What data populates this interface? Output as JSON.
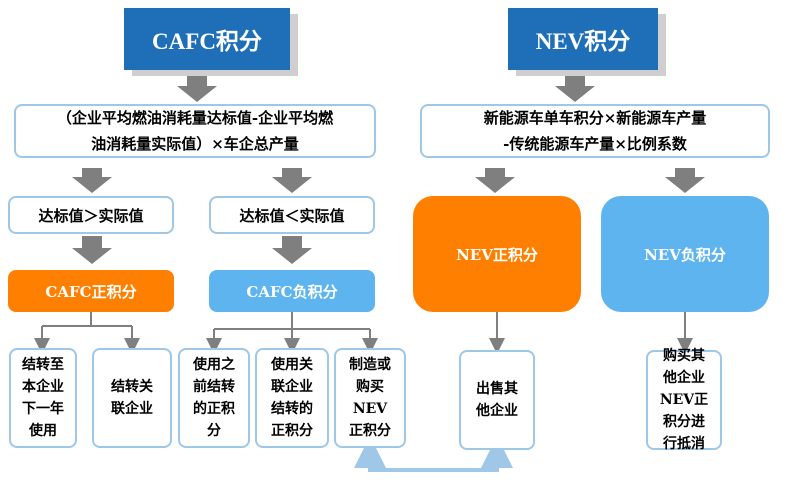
{
  "headers": {
    "cafc": "CAFC积分",
    "nev": "NEV积分"
  },
  "formulas": {
    "cafc": [
      "（企业平均燃油消耗量达标值-企业平均燃",
      "油消耗量实际值）×车企总产量"
    ],
    "nev": [
      "新能源车单车积分×新能源车产量",
      "-传统能源车产量×比例系数"
    ]
  },
  "conditions": {
    "met": "达标值＞实际值",
    "unmet": "达标值＜实际值"
  },
  "credits": {
    "cafc_positive": "CAFC正积分",
    "cafc_negative": "CAFC负积分",
    "nev_positive": "NEV正积分",
    "nev_negative": "NEV负积分"
  },
  "leaves": {
    "carry_forward": [
      "结转至",
      "本企业",
      "下一年",
      "使用"
    ],
    "transfer_affiliate": [
      "结转关",
      "联企业"
    ],
    "use_prior": [
      "使用之",
      "前结转",
      "的正积",
      "分"
    ],
    "use_affiliate": [
      "使用关",
      "联企业",
      "结转的",
      "正积分"
    ],
    "make_or_buy": [
      "制造或",
      "购买",
      "NEV",
      "正积分"
    ],
    "sell": [
      "出售其",
      "他企业"
    ],
    "buy_offset": [
      "购买其",
      "他企业",
      "NEV正",
      "积分进",
      "行抵消"
    ]
  },
  "colors": {
    "header_blue": "#1f6fb8",
    "orange": "#ff8000",
    "light_blue": "#5eb4ef",
    "border": "#9ec7e8",
    "arrow": "#7f7f7f"
  }
}
